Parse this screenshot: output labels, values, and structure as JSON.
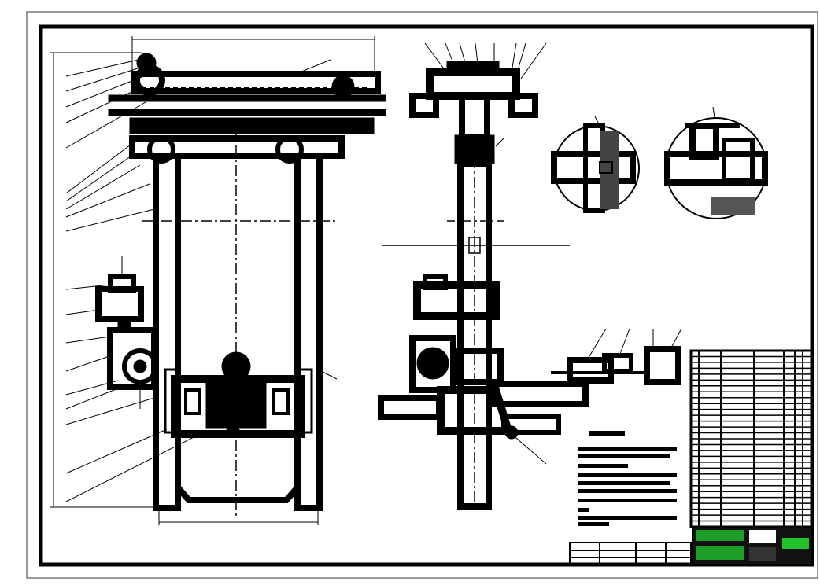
{
  "drawing": {
    "type": "mechanical-assembly-drawing",
    "views": [
      "front-view",
      "side-view",
      "detail-circle-a",
      "detail-circle-b"
    ],
    "parts_list_rows": 30,
    "colors": {
      "line": "#000000",
      "paper": "#ffffff",
      "title_block_accent": "#22c32a"
    }
  }
}
